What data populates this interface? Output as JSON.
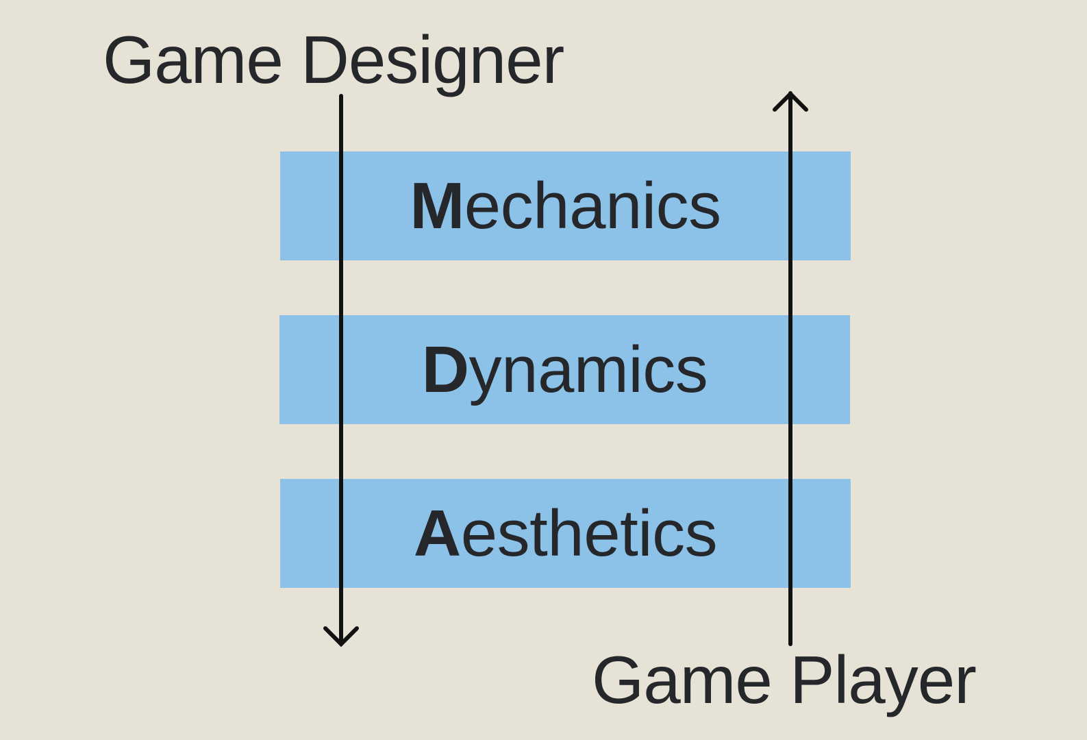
{
  "labels": {
    "designer": "Game Designer",
    "player": "Game Player"
  },
  "layers": [
    {
      "initial": "M",
      "rest": "echanics"
    },
    {
      "initial": "D",
      "rest": "ynamics"
    },
    {
      "initial": "A",
      "rest": "esthetics"
    }
  ],
  "colors": {
    "background": "#e6e2d6",
    "layer_fill": "#8cc1e8",
    "text": "#26272b",
    "arrow": "#111111"
  },
  "icons": {
    "designer_arrow": "arrow-down-icon",
    "player_arrow": "arrow-up-icon"
  }
}
